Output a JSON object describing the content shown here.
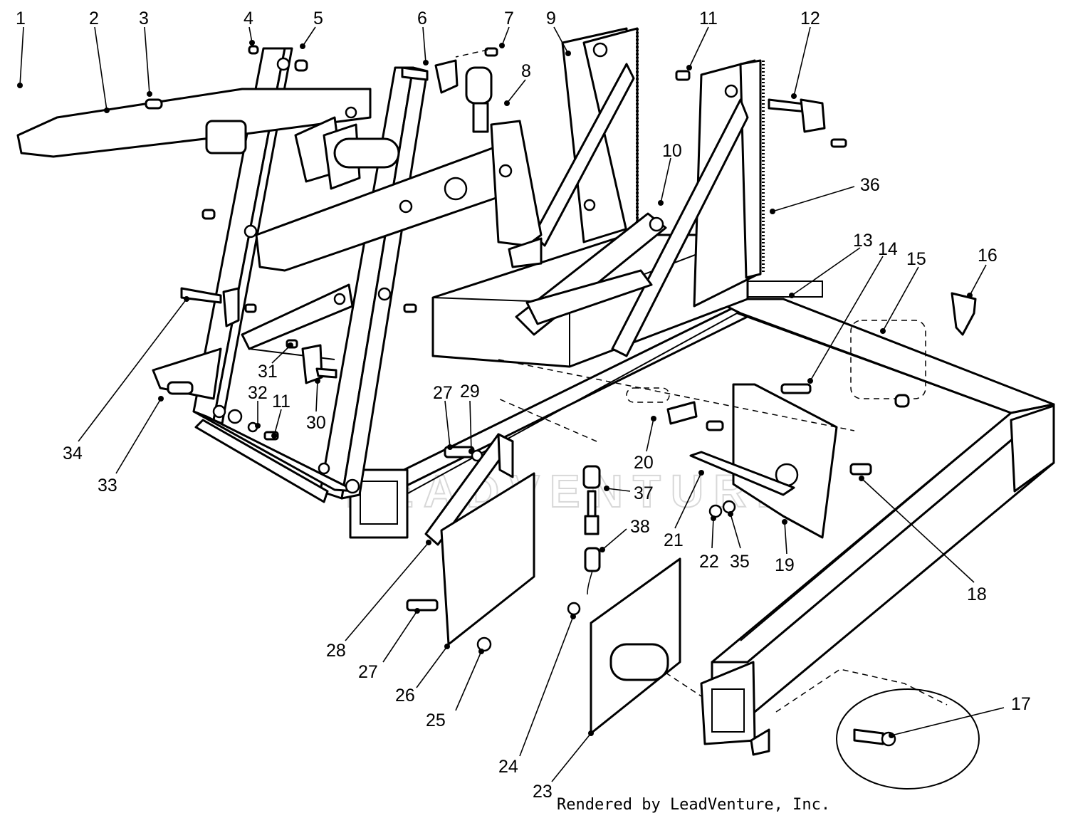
{
  "labels": [
    {
      "id": "1",
      "text": "1"
    },
    {
      "id": "2",
      "text": "2"
    },
    {
      "id": "3",
      "text": "3"
    },
    {
      "id": "4",
      "text": "4"
    },
    {
      "id": "5",
      "text": "5"
    },
    {
      "id": "6",
      "text": "6"
    },
    {
      "id": "7",
      "text": "7"
    },
    {
      "id": "8",
      "text": "8"
    },
    {
      "id": "9",
      "text": "9"
    },
    {
      "id": "10",
      "text": "10"
    },
    {
      "id": "11",
      "text": "11"
    },
    {
      "id": "12",
      "text": "12"
    },
    {
      "id": "13",
      "text": "13"
    },
    {
      "id": "14",
      "text": "14"
    },
    {
      "id": "15",
      "text": "15"
    },
    {
      "id": "16",
      "text": "16"
    },
    {
      "id": "17",
      "text": "17"
    },
    {
      "id": "18",
      "text": "18"
    },
    {
      "id": "19",
      "text": "19"
    },
    {
      "id": "20",
      "text": "20"
    },
    {
      "id": "21",
      "text": "21"
    },
    {
      "id": "22",
      "text": "22"
    },
    {
      "id": "23",
      "text": "23"
    },
    {
      "id": "24",
      "text": "24"
    },
    {
      "id": "25",
      "text": "25"
    },
    {
      "id": "26",
      "text": "26"
    },
    {
      "id": "27a",
      "text": "27"
    },
    {
      "id": "27b",
      "text": "27"
    },
    {
      "id": "28",
      "text": "28"
    },
    {
      "id": "29",
      "text": "29"
    },
    {
      "id": "30",
      "text": "30"
    },
    {
      "id": "31",
      "text": "31"
    },
    {
      "id": "32",
      "text": "32"
    },
    {
      "id": "11b",
      "text": "11"
    },
    {
      "id": "33",
      "text": "33"
    },
    {
      "id": "34",
      "text": "34"
    },
    {
      "id": "35",
      "text": "35"
    },
    {
      "id": "36",
      "text": "36"
    },
    {
      "id": "37",
      "text": "37"
    },
    {
      "id": "38",
      "text": "38"
    }
  ],
  "credit": "Rendered by LeadVenture, Inc.",
  "watermark": "LEADVENTURE"
}
